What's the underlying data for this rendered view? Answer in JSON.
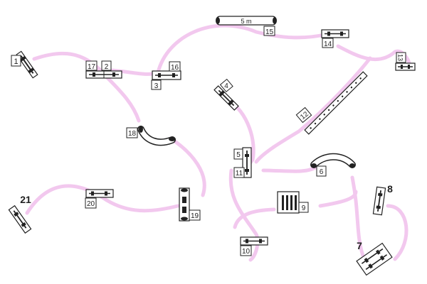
{
  "course": {
    "path_color": "#f2c8ee",
    "ink_color": "#222222",
    "numbers": {
      "n1": "1",
      "n2": "2",
      "n3": "3",
      "n4": "4",
      "n5": "5",
      "n6": "6",
      "n7": "7",
      "n8": "8",
      "n9": "9",
      "n10": "10",
      "n11": "11",
      "n12": "12",
      "n13": "13",
      "n14": "14",
      "n15": "15",
      "n16": "16",
      "n17": "17",
      "n18": "18",
      "n19": "19",
      "n20": "20",
      "n21": "21"
    },
    "walk_label": "5 m",
    "obstacles": [
      {
        "number": "1",
        "type": "jump"
      },
      {
        "number": "2",
        "type": "jump"
      },
      {
        "number": "3",
        "type": "jump"
      },
      {
        "number": "4",
        "type": "jump"
      },
      {
        "number": "5",
        "type": "jump"
      },
      {
        "number": "6",
        "type": "tunnel"
      },
      {
        "number": "7",
        "type": "double-jump"
      },
      {
        "number": "8",
        "type": "jump"
      },
      {
        "number": "9",
        "type": "tire-table"
      },
      {
        "number": "10",
        "type": "jump"
      },
      {
        "number": "11",
        "type": "jump"
      },
      {
        "number": "12",
        "type": "weave-poles"
      },
      {
        "number": "13",
        "type": "jump"
      },
      {
        "number": "14",
        "type": "jump"
      },
      {
        "number": "15",
        "type": "dog-walk"
      },
      {
        "number": "16",
        "type": "jump"
      },
      {
        "number": "17",
        "type": "jump"
      },
      {
        "number": "18",
        "type": "tunnel"
      },
      {
        "number": "19",
        "type": "a-frame"
      },
      {
        "number": "20",
        "type": "jump"
      },
      {
        "number": "21",
        "type": "jump"
      }
    ]
  }
}
